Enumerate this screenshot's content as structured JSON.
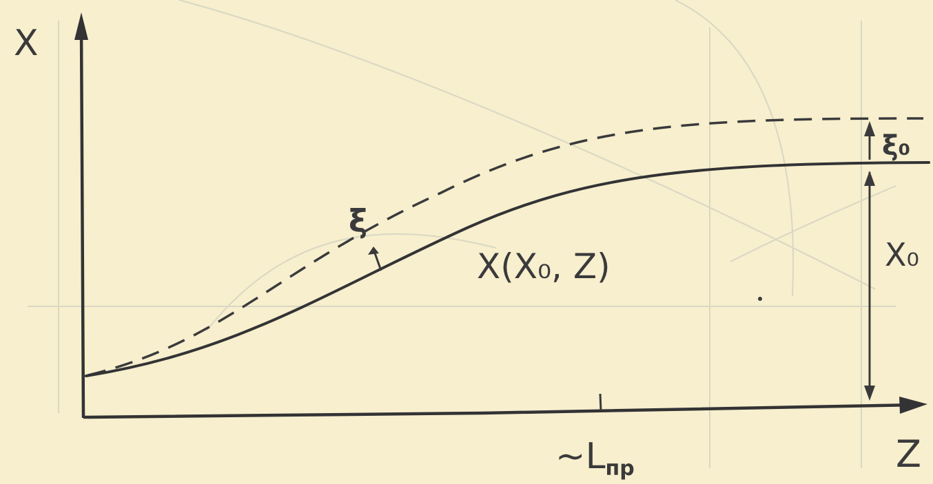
{
  "diagram": {
    "y_axis_label": "X",
    "x_axis_label": "Z",
    "x_tick_label": "~L",
    "x_tick_subscript": "пр",
    "solid_curve_label": "X(X₀, Z)",
    "gap_label": "ξ",
    "top_gap_label": "ξ₀",
    "asymptote_label": "X₀"
  }
}
